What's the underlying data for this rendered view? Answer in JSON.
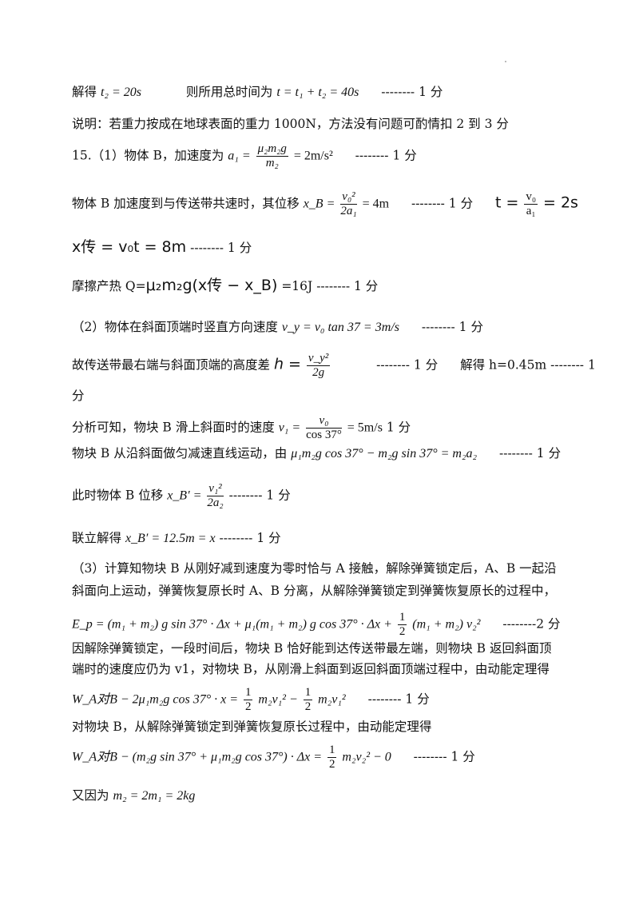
{
  "lines": {
    "l1": {
      "text1": "解得",
      "eq1": "t₂ = 20s",
      "text2": "则所用总时间为",
      "eq2": "t = t₁ + t₂ = 40s",
      "tail": "-------- 1 分"
    },
    "l2": {
      "text": "说明：若重力按成在地球表面的重力 1000N，方法没有问题可酌情扣 2 到 3 分"
    },
    "l3": {
      "text": "15.（1）物体 B，加速度为",
      "lhs": "a₁ =",
      "num": "μ₂m₂g",
      "den": "m₂",
      "rhs": "= 2m/s²",
      "tail": "-------- 1 分"
    },
    "l4": {
      "text": "物体 B 加速度到与传送带共速时，其位移",
      "lhs": "x_B =",
      "num": "v₀²",
      "den": "2a₁",
      "rhs": "= 4m",
      "tail": "-------- 1 分",
      "eq2lhs": "t =",
      "num2": "v₀",
      "den2": "a₁",
      "eq2rhs": "= 2s"
    },
    "l5": {
      "eq": "x传 = v₀t = 8m",
      "tail": "-------- 1 分"
    },
    "l6": {
      "text": "摩擦产热 Q=",
      "eq": "μ₂m₂g(x传 − x_B)",
      "rhs": "=16J",
      "tail": "-------- 1 分"
    },
    "l7": {
      "text": "（2）物体在斜面顶端时竖直方向速度",
      "eq": "v_y = v₀ tan 37  = 3m/s",
      "tail": "-------- 1 分"
    },
    "l8": {
      "text": "故传送带最右端与斜面顶端的高度差",
      "lhs": "h =",
      "num": "v_y²",
      "den": "2g",
      "tail": "-------- 1 分",
      "text2": "解得 h=0.45m",
      "tail2": "-------- 1"
    },
    "l9": {
      "text": "分"
    },
    "l10": {
      "text": "分析可知，物块 B 滑上斜面时的速度",
      "lhs": "v₁ =",
      "num": "v₀",
      "den": "cos 37°",
      "rhs": "= 5m/s",
      "tail": "1 分"
    },
    "l11": {
      "text": "物块 B 从沿斜面做匀减速直线运动，由",
      "eq": "μ₁m₂g cos 37° − m₂g sin 37° = m₂a₂",
      "tail": "-------- 1 分"
    },
    "l12": {
      "text": "此时物体 B 位移",
      "lhs": "x_B′ =",
      "num": "v₁²",
      "den": "2a₂",
      "tail": "-------- 1 分"
    },
    "l13": {
      "text": "联立解得",
      "eq": "x_B′ = 12.5m = x",
      "tail": "-------- 1 分"
    },
    "l14": {
      "text": "（3）计算知物块 B 从刚好减到速度为零时恰与 A 接触，解除弹簧锁定后，A、B 一起沿"
    },
    "l15": {
      "text": "斜面向上运动，弹簧恢复原长时 A、B 分离，从解除弹簧锁定到弹簧恢复原长的过程中，"
    },
    "l16": {
      "eq1": "E_p = (m₁ + m₂) g sin 37° · Δx + μ₁(m₁ + m₂) g cos 37° · Δx +",
      "num": "1",
      "den": "2",
      "eq2": "(m₁ + m₂) v₂²",
      "tail": "--------2 分"
    },
    "l17": {
      "text": "因解除弹簧锁定，一段时间后，物块 B 恰好能到达传送带最左端，则物块 B 返回斜面顶"
    },
    "l18": {
      "text": "端时的速度应仍为 v1，对物块 B，从刚滑上斜面到返回斜面顶端过程中，由动能定理得"
    },
    "l19": {
      "eq1": "W_A对B − 2μ₁m₂g cos 37° · x =",
      "num": "1",
      "den": "2",
      "eq2": "m₂v₁² −",
      "num2": "1",
      "den2": "2",
      "eq3": "m₂v₁²",
      "tail": "-------- 1 分"
    },
    "l20": {
      "text": "对物块 B，从解除弹簧锁定到弹簧恢复原长过程中，由动能定理得"
    },
    "l21": {
      "eq1": "W_A对B − (m₂g sin 37° + μ₁m₂g cos 37°) · Δx =",
      "num": "1",
      "den": "2",
      "eq2": "m₂v₂² − 0",
      "tail": "-------- 1 分"
    },
    "l22": {
      "text": "又因为",
      "eq": "m₂ = 2m₁ = 2kg"
    }
  }
}
